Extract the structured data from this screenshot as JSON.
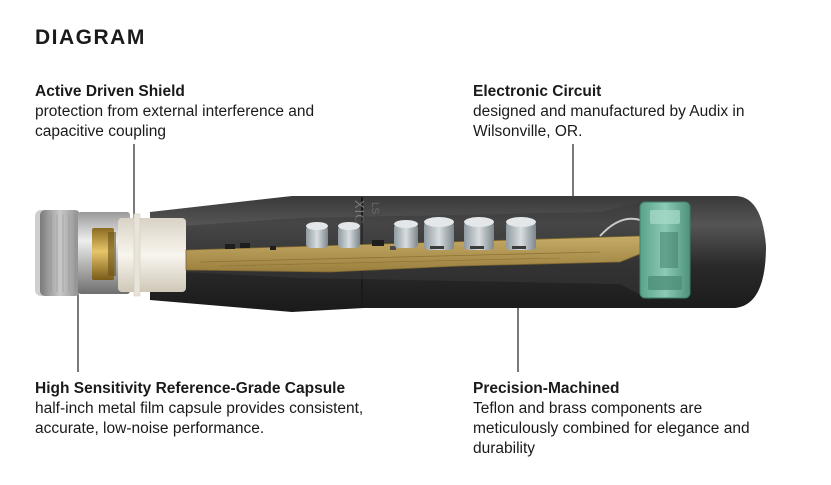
{
  "page": {
    "title": "DIAGRAM"
  },
  "callouts": {
    "shield": {
      "head": "Active Driven Shield",
      "desc": "protection from external interference and capacitive coupling"
    },
    "circuit": {
      "head": "Electronic Circuit",
      "desc": "designed and manufactured by Audix in Wilsonville, OR."
    },
    "capsule": {
      "head": "High Sensitivity Reference-Grade Capsule",
      "desc": "half-inch metal film capsule provides consistent, accurate, low-noise performance."
    },
    "machined": {
      "head": "Precision-Machined",
      "desc": "Teflon and brass components are meticulously combined for elegance and durability"
    }
  },
  "colors": {
    "body": "#2b2b2b",
    "pcb": "#b89c55",
    "connector": "#6fb49c",
    "capsule": "#bfbfbf"
  }
}
